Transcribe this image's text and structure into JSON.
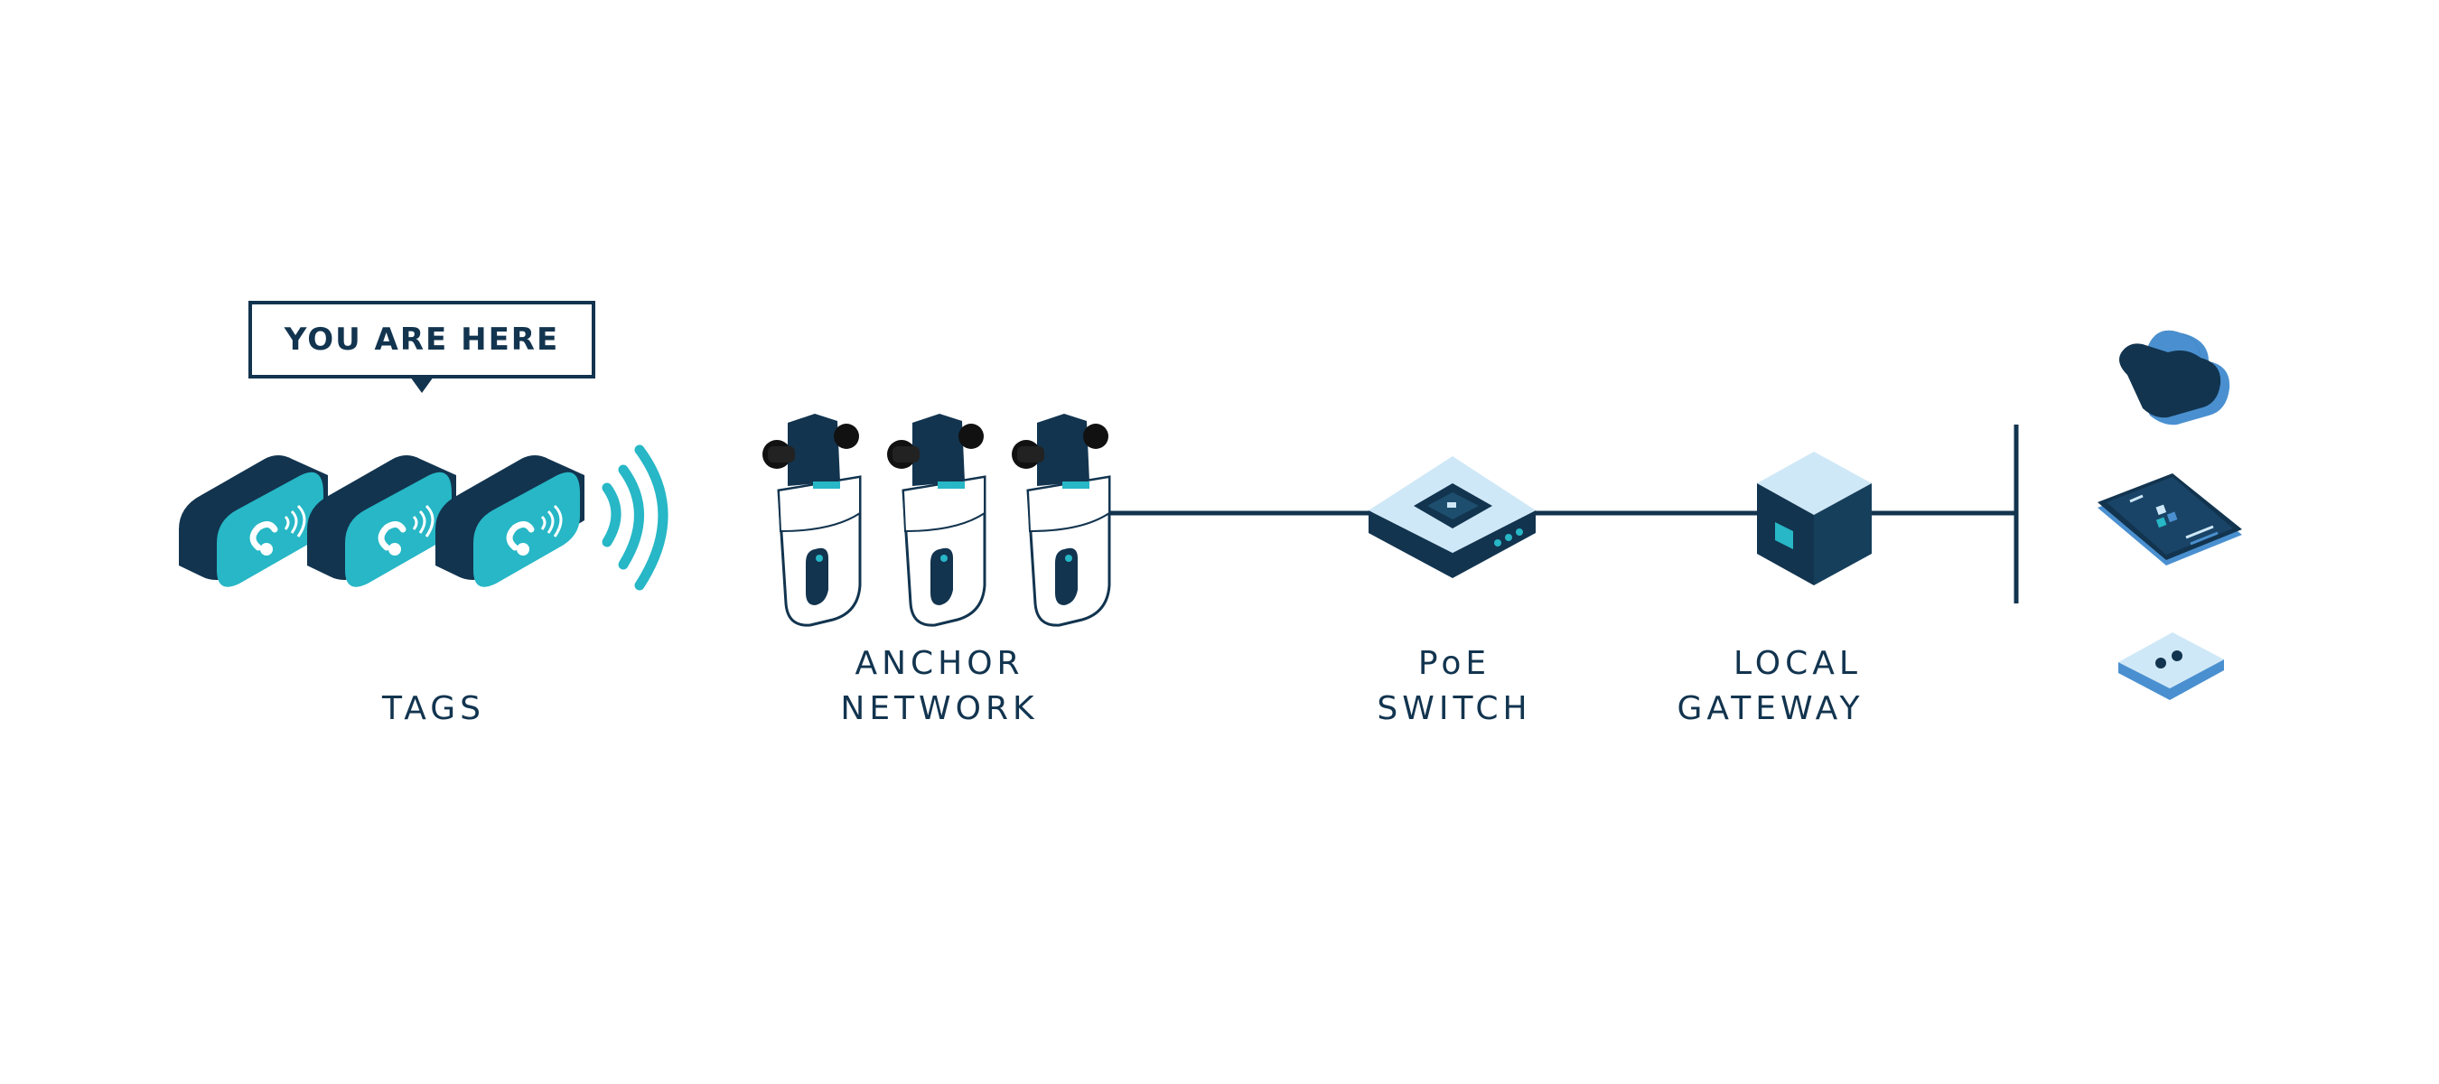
{
  "callout": {
    "text": "YOU ARE HERE"
  },
  "labels": {
    "tags": "TAGS",
    "anchor_line1": "ANCHOR",
    "anchor_line2": "NETWORK",
    "poe_line1": "PoE",
    "poe_line2": "SWITCH",
    "gateway_line1": "LOCAL",
    "gateway_line2": "GATEWAY"
  },
  "icons": {
    "tag": "tag-device-icon",
    "signal": "wireless-signal-icon",
    "anchor": "anchor-device-icon",
    "switch": "poe-switch-icon",
    "gateway": "gateway-cube-icon",
    "cloud": "cloud-icon",
    "tablet": "tablet-icon",
    "server": "server-box-icon"
  },
  "colors": {
    "navy": "#12344f",
    "teal": "#27b7c6",
    "light_blue": "#cfe8f7",
    "mid_blue": "#4a90d0"
  }
}
